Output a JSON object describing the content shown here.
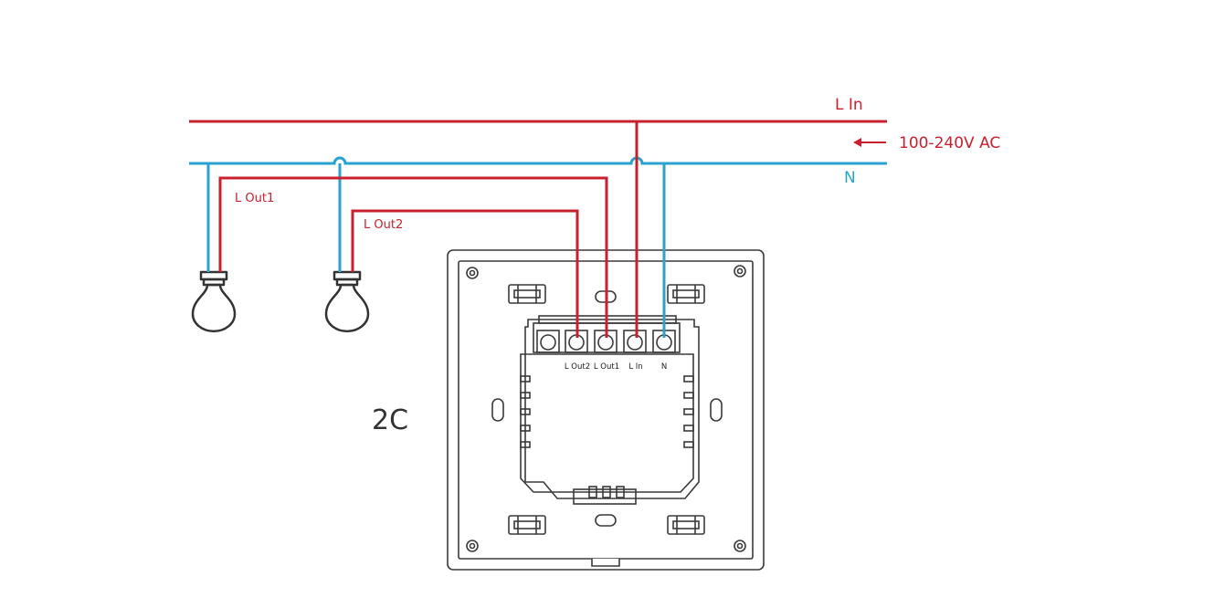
{
  "colors": {
    "live": "#c8202f",
    "neutral": "#2aa2d0",
    "device": "#3a3a3a",
    "bulb": "#333333",
    "background": "#ffffff"
  },
  "lines": {
    "l_in": "L In",
    "supply": "100-240V AC",
    "neutral": "N",
    "l_out1": "L Out1",
    "l_out2": "L Out2"
  },
  "device": {
    "model": "2C",
    "terminals": [
      "L Out2",
      "L Out1",
      "L In",
      "N"
    ]
  },
  "icons": {
    "bulb": "light-bulb-icon",
    "arrow": "arrow-left-icon"
  }
}
